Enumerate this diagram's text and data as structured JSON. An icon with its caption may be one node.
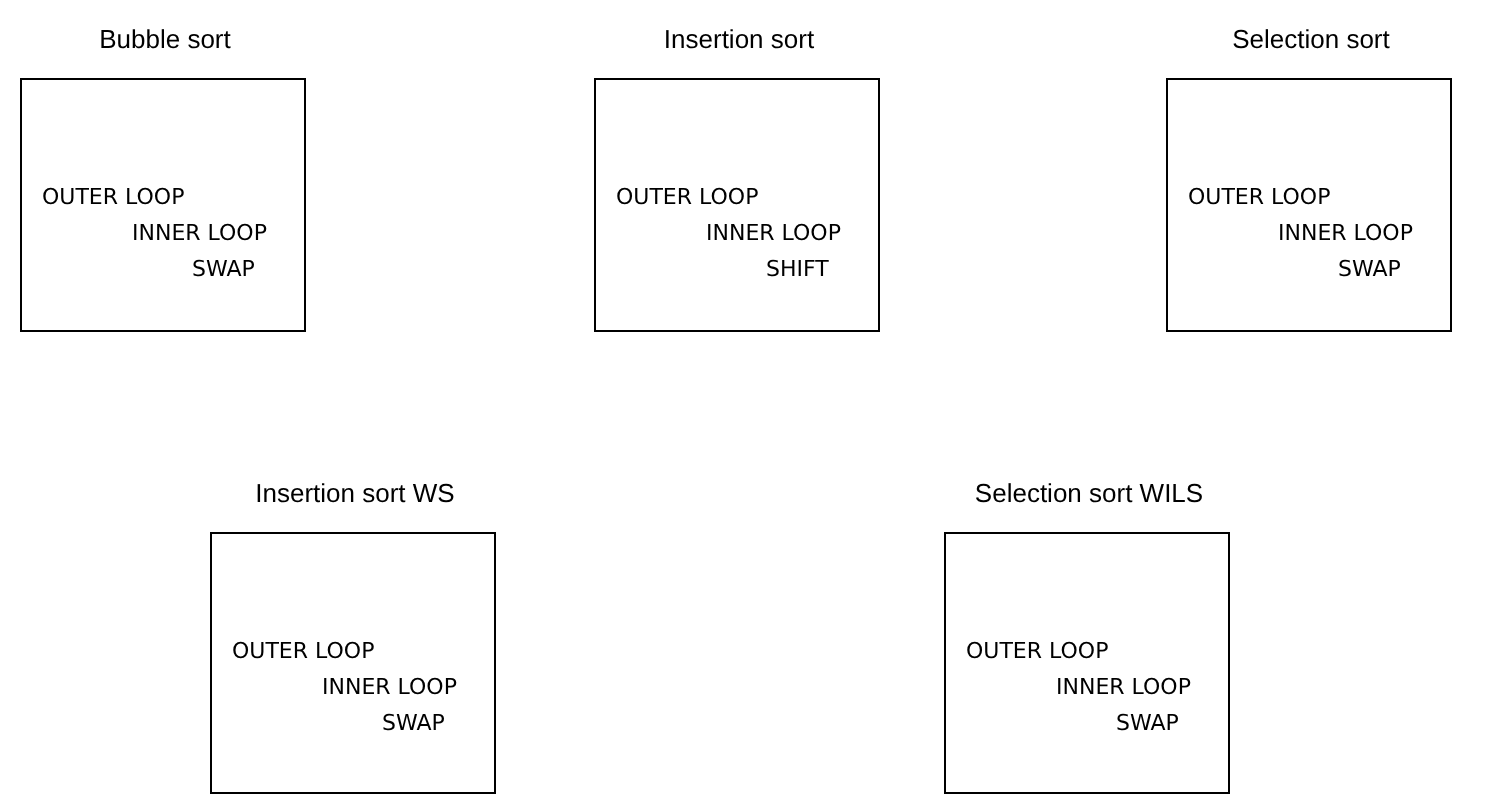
{
  "diagram": {
    "nodes": [
      {
        "text": [
          "Bubble sort",
          "OUTER LOOP",
          "INNER LOOP",
          "SWAP"
        ]
      },
      {
        "text": [
          "Insertion sort",
          "OUTER LOOP",
          "INNER LOOP",
          "SHIFT"
        ]
      },
      {
        "text": [
          "Selection sort",
          "OUTER LOOP",
          "INNER LOOP",
          "SWAP"
        ]
      },
      {
        "text": [
          "Insertion sort WS",
          "OUTER LOOP",
          "INNER LOOP",
          "SWAP"
        ]
      },
      {
        "text": [
          "Selection sort WILS",
          "OUTER LOOP",
          "INNER LOOP",
          "SWAP"
        ]
      }
    ]
  }
}
